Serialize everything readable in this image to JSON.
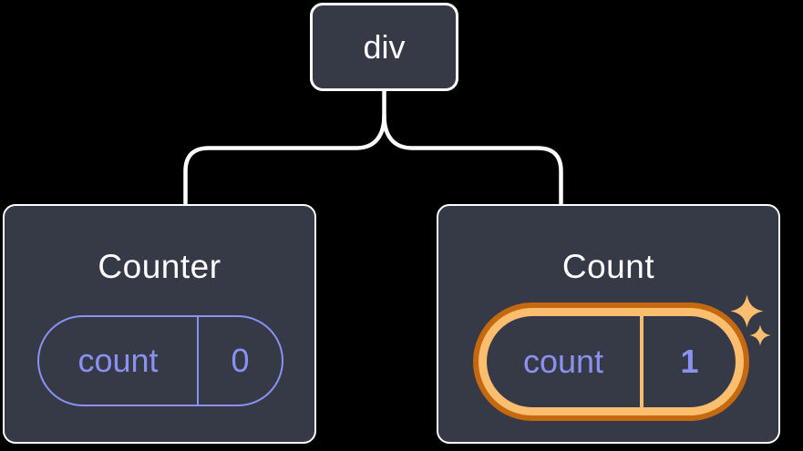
{
  "colors": {
    "background": "#000000",
    "card_bg": "#363A47",
    "card_border": "#FFFFFF",
    "connector": "#FFFFFF",
    "purple": "#8A91F0",
    "orange_dark": "#C4690F",
    "orange_light": "#FBBE6E",
    "title_text": "#FFFFFF"
  },
  "tree": {
    "root": {
      "label": "div"
    },
    "children": [
      {
        "title": "Counter",
        "state": {
          "name": "count",
          "value": "0"
        },
        "highlighted": false
      },
      {
        "title": "Count",
        "state": {
          "name": "count",
          "value": "1"
        },
        "highlighted": true
      }
    ]
  }
}
